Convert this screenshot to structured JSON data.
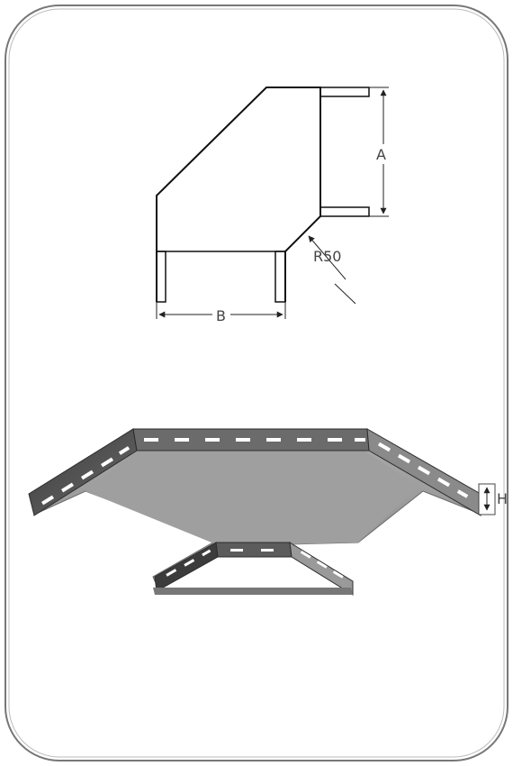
{
  "labels": {
    "a": "A",
    "b": "B",
    "radius": "R50",
    "h": "H"
  },
  "colors": {
    "frame": "#555555",
    "line": "#111111",
    "tray_base": "#9a9a9a",
    "tray_flange": "#4a4a4a",
    "slot": "#ffffff"
  }
}
